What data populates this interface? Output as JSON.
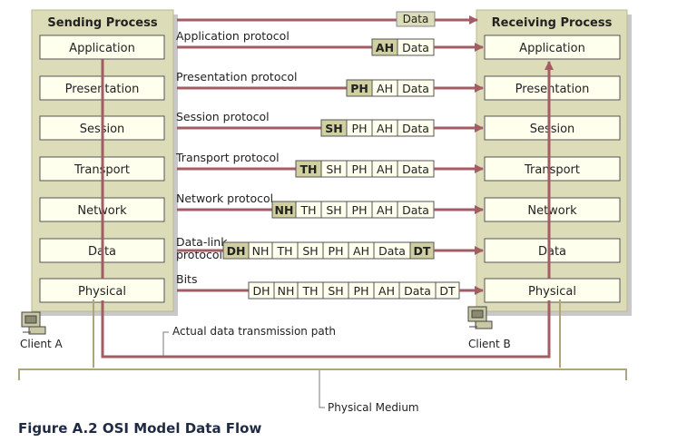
{
  "sending_process": {
    "title": "Sending Process",
    "client_label": "Client A",
    "layers": [
      "Application",
      "Presentation",
      "Session",
      "Transport",
      "Network",
      "Data",
      "Physical"
    ]
  },
  "receiving_process": {
    "title": "Receiving Process",
    "client_label": "Client B",
    "layers": [
      "Application",
      "Presentation",
      "Session",
      "Transport",
      "Network",
      "Data",
      "Physical"
    ]
  },
  "top_flow_label": "Data",
  "protocols": [
    {
      "label": "Application protocol",
      "cells": [
        "AH",
        "Data"
      ],
      "bold_first": true
    },
    {
      "label": "Presentation protocol",
      "cells": [
        "PH",
        "AH",
        "Data"
      ],
      "bold_first": true
    },
    {
      "label": "Session protocol",
      "cells": [
        "SH",
        "PH",
        "AH",
        "Data"
      ],
      "bold_first": true
    },
    {
      "label": "Transport protocol",
      "cells": [
        "TH",
        "SH",
        "PH",
        "AH",
        "Data"
      ],
      "bold_first": true
    },
    {
      "label": "Network protocol",
      "cells": [
        "NH",
        "TH",
        "SH",
        "PH",
        "AH",
        "Data"
      ],
      "bold_first": true
    },
    {
      "label": "Data-link protocol",
      "cells": [
        "DH",
        "NH",
        "TH",
        "SH",
        "PH",
        "AH",
        "Data",
        "DT"
      ],
      "bold_first": true,
      "bold_last": true
    },
    {
      "label": "Bits",
      "cells": [
        "DH",
        "NH",
        "TH",
        "SH",
        "PH",
        "AH",
        "Data",
        "DT"
      ],
      "bold_first": false
    }
  ],
  "transmission_path_label": "Actual data transmission path",
  "medium_label": "Physical Medium",
  "caption": "Figure A.2 OSI Model Data Flow",
  "colors": {
    "panel_bg": "#dcdcb8",
    "panel_border": "#b8b890",
    "layer_bg": "#ffffee",
    "header_bg": "#cfcfa0",
    "arrow": "#a45c64",
    "medium_line": "#b0a57a",
    "text": "#222222"
  }
}
